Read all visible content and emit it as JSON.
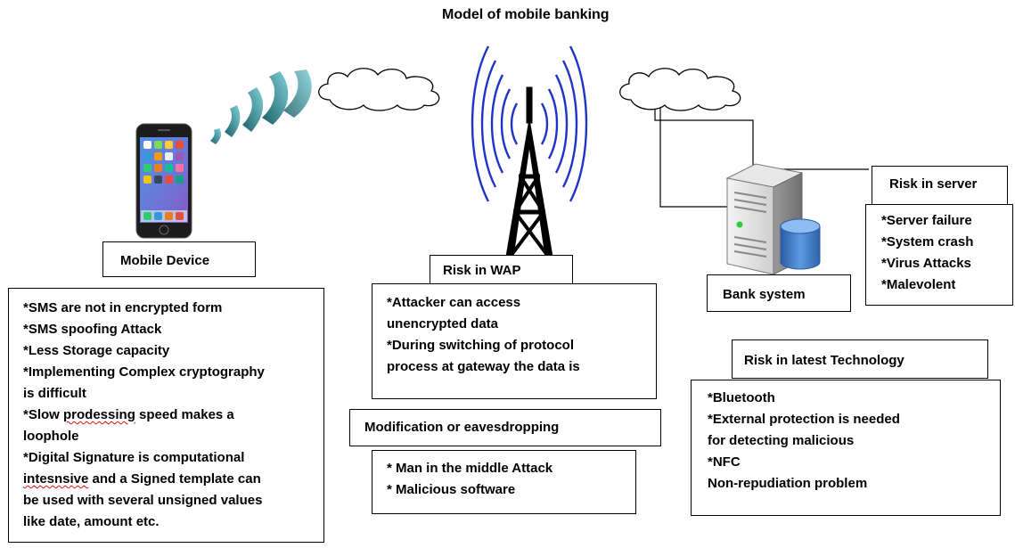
{
  "title": "Model of mobile banking",
  "labels": {
    "mobile_device": "Mobile Device",
    "risk_wap": "Risk in WAP",
    "bank_system": "Bank system",
    "risk_server": "Risk in server",
    "risk_latest_tech": "Risk in latest Technology",
    "modification": "Modification  or  eavesdropping"
  },
  "mobile_risks": [
    "*SMS are not in encrypted form",
    "*SMS spoofing Attack",
    "*Less Storage capacity",
    "*Implementing Complex cryptography",
    "is difficult",
    "*Slow prodessing speed makes a",
    "loophole",
    "*Digital Signature is computational",
    "intesnsive and a Signed template can",
    "be used with several unsigned values",
    "like date, amount etc."
  ],
  "wap_risks": [
    "*Attacker can access",
    "unencrypted data",
    "*During switching of protocol",
    "process at gateway the data is"
  ],
  "modification_risks": [
    "* Man in the middle Attack",
    "* Malicious  software"
  ],
  "server_risks": [
    "*Server failure",
    "*System crash",
    "*Virus Attacks",
    "*Malevolent"
  ],
  "tech_risks": [
    "*Bluetooth",
    "*External protection is needed",
    "for detecting malicious",
    "*NFC",
    "Non-repudiation  problem"
  ],
  "icons": {
    "phone": "smartphone-icon",
    "signal": "signal-waves-icon",
    "tower": "antenna-tower-icon",
    "cloud": "cloud-icon",
    "server": "server-database-icon"
  },
  "colors": {
    "tower_waves": "#1f33c9",
    "signal_waves": "#2a7f8c",
    "database": "#3b78c2"
  }
}
